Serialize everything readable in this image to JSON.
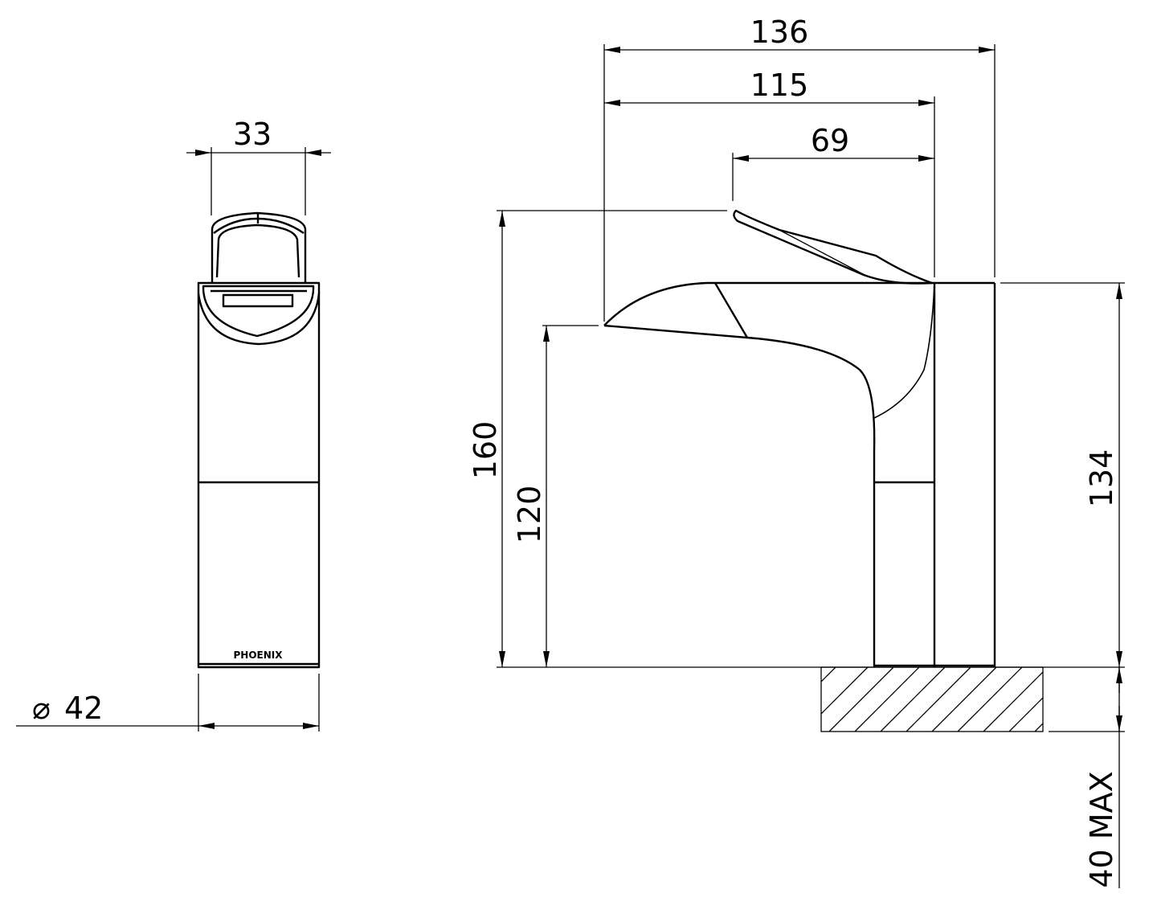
{
  "brand": "PHOENIX",
  "dimensions": {
    "handle_width": "33",
    "diameter_symbol": "⌀",
    "diameter": "42",
    "overall_length": "136",
    "spout_reach": "115",
    "handle_length": "69",
    "overall_height": "160",
    "spout_height": "120",
    "body_height": "134",
    "mounting_thickness": "40 MAX"
  }
}
